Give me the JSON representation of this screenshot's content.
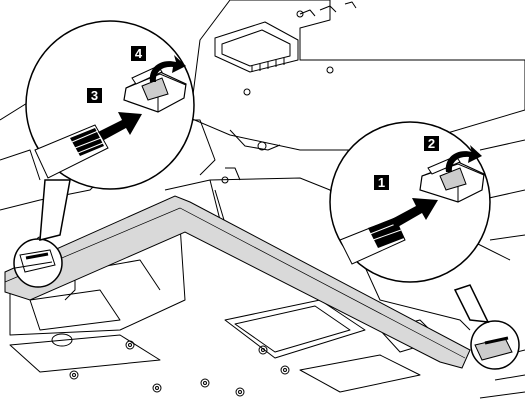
{
  "steps": {
    "step1": "1",
    "step2": "2",
    "step3": "3",
    "step4": "4"
  },
  "colors": {
    "line": "#000000",
    "tape": "#d9d9d9",
    "badge": "#000000",
    "background": "#ffffff"
  },
  "icons": [
    "insert-arrow-icon",
    "rotate-arrow-icon",
    "connector-icon",
    "flex-cable-icon"
  ]
}
